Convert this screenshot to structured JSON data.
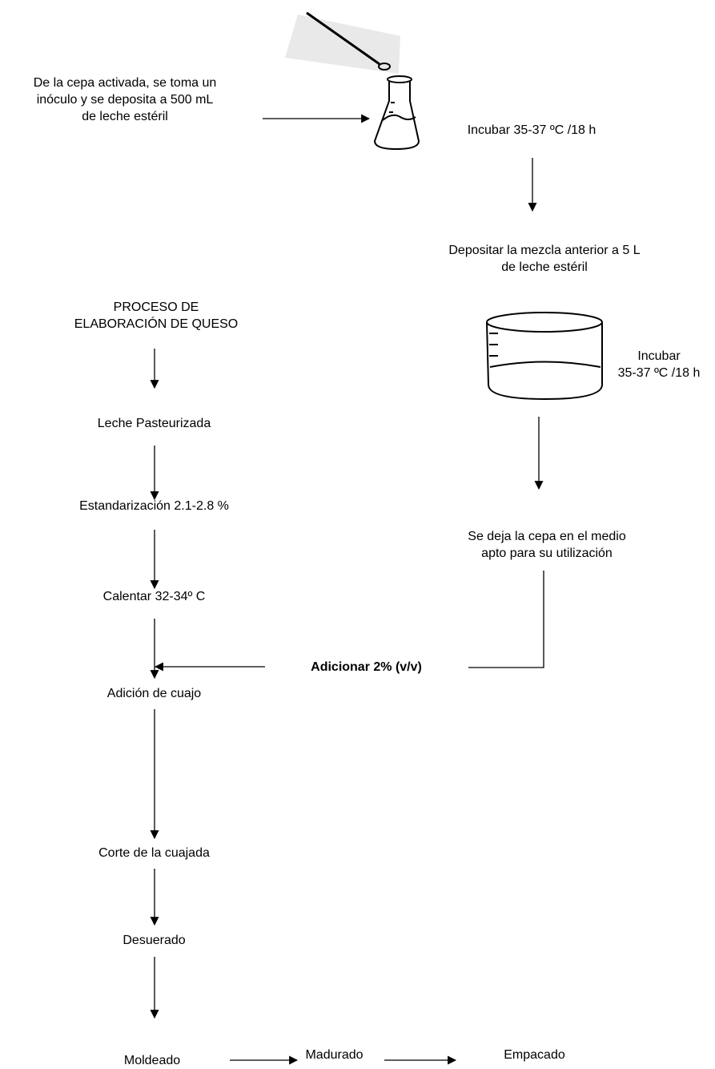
{
  "inoculum": {
    "step_text": "De la cepa activada, se toma  un\ninóculo y se deposita a 500 mL\nde leche estéril",
    "incubate_flask": "Incubar 35-37 ºC /18 h",
    "transfer": "Depositar la mezcla anterior a 5 L\nde leche estéril",
    "incubate_beaker": "Incubar\n35-37 ºC /18 h",
    "ready": "Se deja la cepa en el medio\napto para su utilización"
  },
  "process": {
    "title": "PROCESO DE\nELABORACIÓN DE QUESO",
    "steps": [
      "Leche Pasteurizada",
      "Estandarización 2.1-2.8 %",
      "Calentar 32-34º C",
      "Adición de cuajo",
      "Corte de la cuajada",
      "Desuerado",
      "Moldeado",
      "Madurado",
      "Empacado"
    ],
    "add_culture": "Adicionar 2% (v/v)"
  },
  "icons": {
    "flask": "erlenmeyer-flask-icon",
    "loop": "inoculating-loop-icon",
    "beaker": "graduated-beaker-icon"
  },
  "colors": {
    "text": "#000000",
    "background": "#ffffff"
  }
}
